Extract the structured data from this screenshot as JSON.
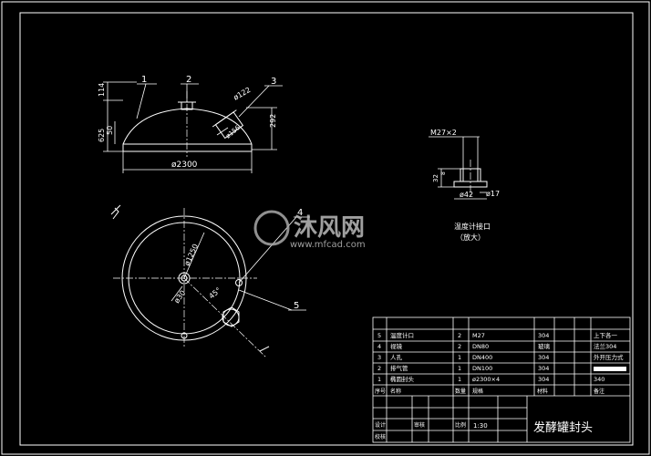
{
  "drawing": {
    "elevation_dims": {
      "height_top": "114",
      "height_total": "625",
      "height_straight": "50",
      "height_right": "292",
      "diameter": "ø2300",
      "nozzle_dim": "ø122",
      "nozzle_dim2": "ø156"
    },
    "leaders": [
      "1",
      "2",
      "3",
      "4",
      "5"
    ],
    "plan_dims": {
      "diameter": "ø1250",
      "angle": "45°",
      "small_d": "ø30"
    },
    "detail": {
      "thread": "M27×2",
      "dim_h1": "32",
      "dim_h2": "8",
      "dim_d1": "ø42",
      "dim_d2": "ø17",
      "caption_line1": "温度计接口",
      "caption_line2": "（放大）"
    },
    "watermark": {
      "brand": "沐风网",
      "url": "www.mfcad.com"
    }
  },
  "parts_table": {
    "rows": [
      {
        "no": "5",
        "name": "温度计口",
        "qty": "2",
        "spec": "M27",
        "material": "304",
        "note": "上下各一"
      },
      {
        "no": "4",
        "name": "视镜",
        "qty": "2",
        "spec": "DN80",
        "material": "玻璃",
        "note": "法兰304"
      },
      {
        "no": "3",
        "name": "人孔",
        "qty": "1",
        "spec": "DN400",
        "material": "304",
        "note": "外开压力式"
      },
      {
        "no": "2",
        "name": "排气管",
        "qty": "1",
        "spec": "DN100",
        "material": "304",
        "note": ""
      },
      {
        "no": "1",
        "name": "椭圆封头",
        "qty": "1",
        "spec": "ø2300×4",
        "material": "304",
        "note": "340"
      }
    ],
    "header": {
      "no": "序号",
      "name": "名称",
      "qty": "数量",
      "spec": "规格",
      "material": "材料",
      "note": "备注"
    }
  },
  "title_block": {
    "scale": "1:30",
    "title": "发酵罐封头",
    "label_a": "设计",
    "label_b": "校核",
    "label_c": "审核",
    "label_d": "比例"
  }
}
